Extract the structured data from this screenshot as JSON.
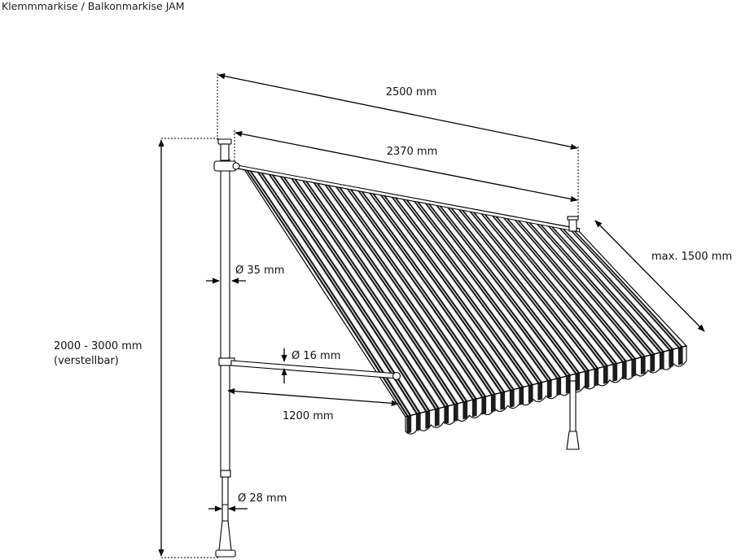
{
  "title": "Klemmmarkise / Balkonmarkise JAM",
  "dimensions": {
    "width_overall": "2500 mm",
    "width_fabric": "2370 mm",
    "projection": "max. 1500 mm",
    "pole_diameter_upper": "Ø 35 mm",
    "arm_diameter": "Ø 16 mm",
    "arm_length": "1200 mm",
    "pole_diameter_lower": "Ø 28 mm",
    "height_range": "2000 - 3000 mm",
    "height_note": "(verstellbar)"
  },
  "colors": {
    "line": "#000000",
    "stripe_dark": "#1c1c1c",
    "stripe_light": "#ffffff",
    "background": "#ffffff"
  }
}
